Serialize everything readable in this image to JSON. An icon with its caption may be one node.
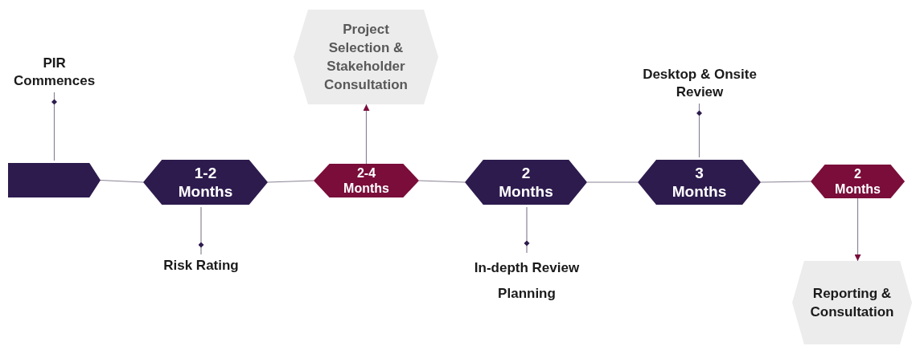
{
  "diagram": {
    "nodes": [
      {
        "text": [
          "PIR Commences"
        ]
      },
      {
        "text": [],
        "shape": "box"
      },
      {
        "text": [
          "1-2 Months"
        ]
      },
      {
        "text": [
          "Risk Rating"
        ]
      },
      {
        "text": [
          "Project Selection & Stakeholder Consultation"
        ]
      },
      {
        "text": [
          "2-4 Months"
        ]
      },
      {
        "text": [
          "2 Months"
        ]
      },
      {
        "text": [
          "In-depth Review Planning"
        ]
      },
      {
        "text": [
          "Desktop & Onsite Review"
        ]
      },
      {
        "text": [
          "3 Months"
        ]
      },
      {
        "text": [
          "2 Months"
        ]
      },
      {
        "text": [
          "Reporting & Consultation"
        ]
      }
    ],
    "edges": [
      {
        "from": 1,
        "to": 2,
        "arrow": "none"
      },
      {
        "from": 2,
        "to": 5,
        "arrow": "none"
      },
      {
        "from": 5,
        "to": 6,
        "arrow": "none"
      },
      {
        "from": 6,
        "to": 9,
        "arrow": "none"
      },
      {
        "from": 9,
        "to": 10,
        "arrow": "none"
      },
      {
        "from": 0,
        "to": 1,
        "arrow": "other"
      },
      {
        "from": 3,
        "to": 2,
        "arrow": "other"
      },
      {
        "from": 5,
        "to": 4,
        "arrow": "to"
      },
      {
        "from": 7,
        "to": 6,
        "arrow": "other"
      },
      {
        "from": 8,
        "to": 9,
        "arrow": "other"
      },
      {
        "from": 10,
        "to": 11,
        "arrow": "to"
      }
    ]
  }
}
